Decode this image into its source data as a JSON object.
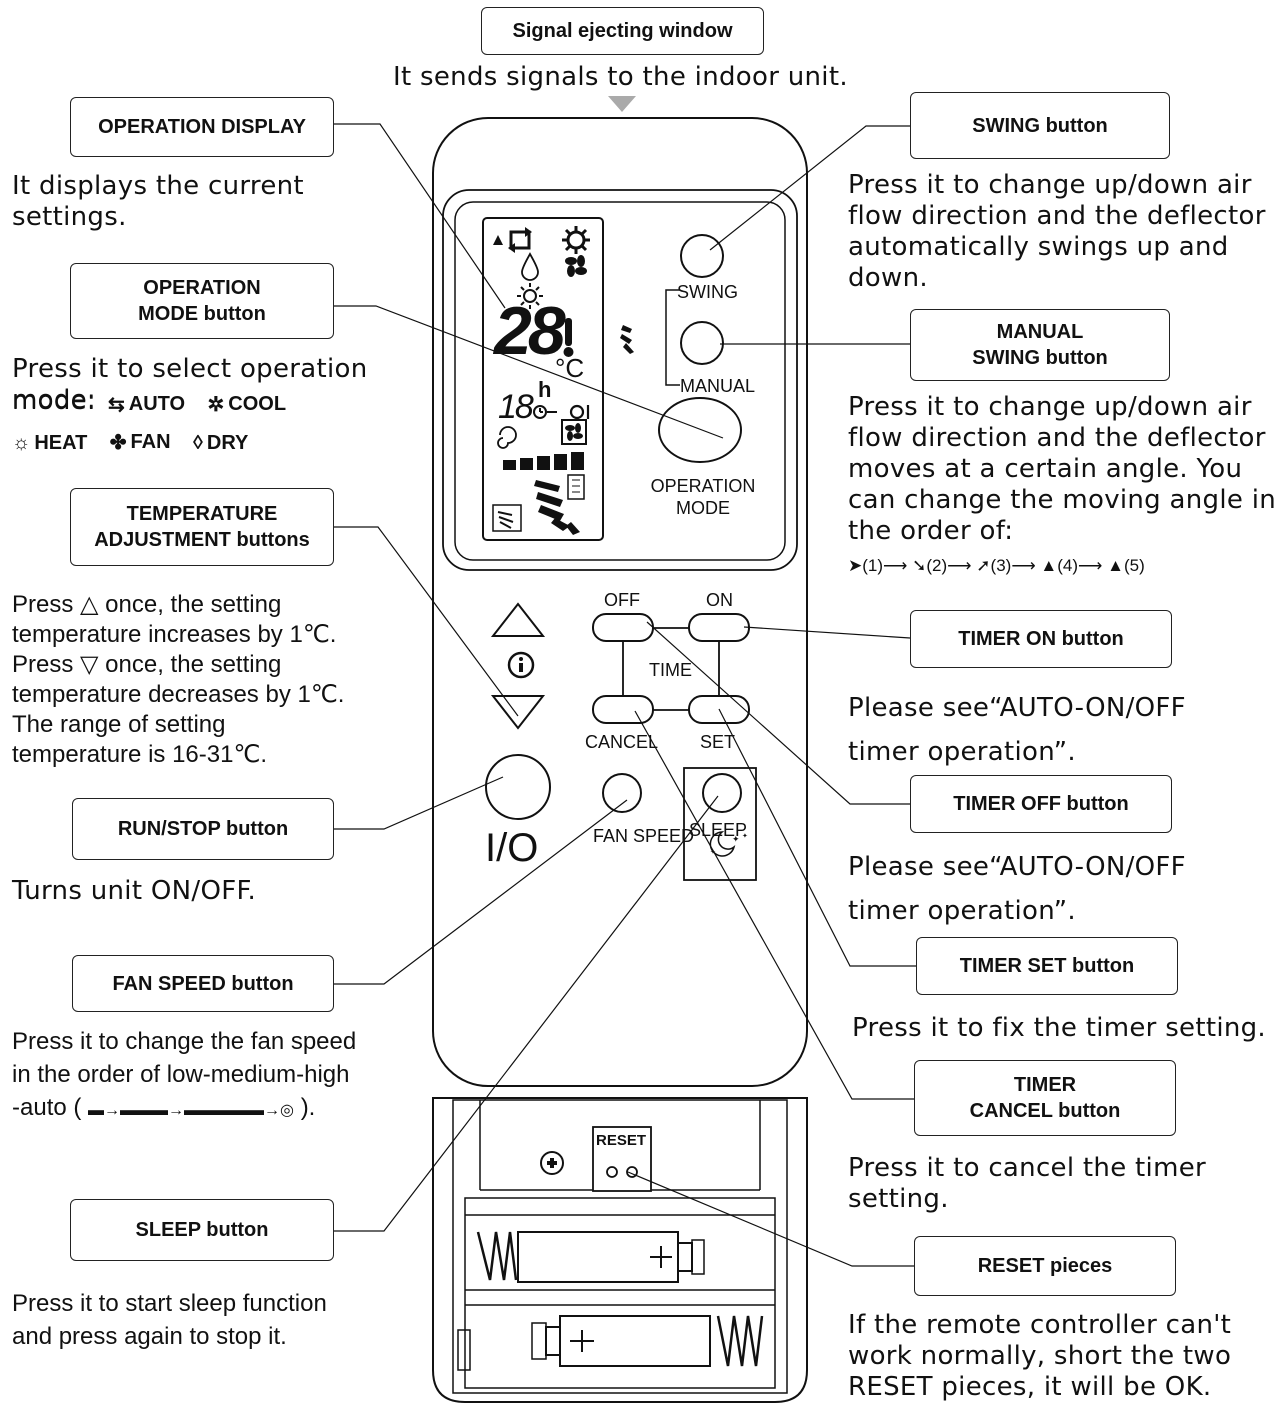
{
  "signal": {
    "title": "Signal ejecting window",
    "desc": "It sends signals to the indoor unit."
  },
  "operation_display": {
    "title": "OPERATION DISPLAY",
    "desc": "It displays the current settings."
  },
  "operation_mode": {
    "title_l1": "OPERATION",
    "title_l2": "MODE button",
    "desc": "Press it to select operation mode:",
    "modes": [
      "AUTO",
      "COOL",
      "HEAT",
      "FAN",
      "DRY"
    ]
  },
  "temperature": {
    "title_l1": "TEMPERATURE",
    "title_l2": "ADJUSTMENT buttons",
    "line1a": "Press",
    "line1b": "once, the setting",
    "line2": "temperature increases by 1℃.",
    "line3a": "Press",
    "line3b": "once, the setting",
    "line4": "temperature decreases by 1℃.",
    "line5": "The range of setting",
    "line6": "temperature is 16-31℃."
  },
  "run_stop": {
    "title": "RUN/STOP button",
    "desc": "Turns unit ON/OFF."
  },
  "fan_speed": {
    "title": "FAN SPEED button",
    "line1": "Press it to change the fan speed",
    "line2": "in the order of low-medium-high",
    "line3a": "-auto (",
    "line3b": ")."
  },
  "sleep": {
    "title": "SLEEP button",
    "line1": "Press it to start sleep function",
    "line2": "and press again to stop it."
  },
  "swing": {
    "title": "SWING button",
    "desc": "Press it to change up/down air flow direction and the deflector automatically swings up and down."
  },
  "manual_swing": {
    "title_l1": "MANUAL",
    "title_l2": "SWING button",
    "desc": "Press it to change up/down air flow direction and the deflector moves at a certain angle. You can change the moving angle in the order of:",
    "angles": [
      "(1)",
      "(2)",
      "(3)",
      "(4)",
      "(5)"
    ]
  },
  "timer_on": {
    "title": "TIMER ON button",
    "line1": "Please see“AUTO-ON/OFF",
    "line2": "timer operation”."
  },
  "timer_off": {
    "title": "TIMER OFF button",
    "line1": "Please see“AUTO-ON/OFF",
    "line2": "timer operation”."
  },
  "timer_set": {
    "title": "TIMER SET button",
    "desc": "Press it to fix the timer setting."
  },
  "timer_cancel": {
    "title_l1": "TIMER",
    "title_l2": "CANCEL button",
    "desc": "Press it to cancel the timer setting."
  },
  "reset": {
    "title": "RESET pieces",
    "desc": "If the remote controller can't work normally, short the two RESET pieces, it will be OK."
  },
  "remote": {
    "swing_label": "SWING",
    "manual_label": "MANUAL",
    "opmode_l1": "OPERATION",
    "opmode_l2": "MODE",
    "off_label": "OFF",
    "on_label": "ON",
    "time_label": "TIME",
    "cancel_label": "CANCEL",
    "set_label": "SET",
    "fan_speed_label": "FAN SPEED",
    "sleep_label": "SLEEP",
    "io_label": "I/O",
    "reset_label": "RESET",
    "lcd_temp": "28",
    "lcd_unit": "°C",
    "lcd_timer": "18",
    "lcd_h": "h"
  }
}
